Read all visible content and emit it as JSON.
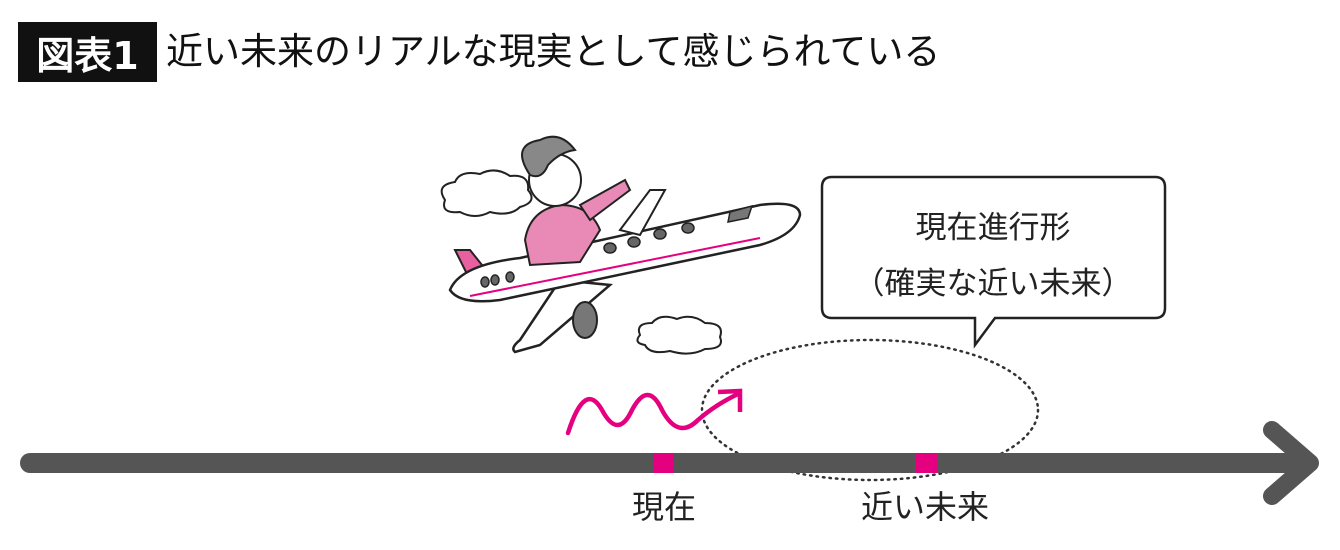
{
  "figure": {
    "label": "図表1",
    "title": "近い未来のリアルな現実として感じられている"
  },
  "bubble": {
    "line1": "現在進行形",
    "line2": "（確実な近い未来）"
  },
  "timeline": {
    "present_label": "現在",
    "near_future_label": "近い未来"
  },
  "colors": {
    "accent": "#e4007f",
    "axis": "#555555",
    "badge": "#111111"
  }
}
